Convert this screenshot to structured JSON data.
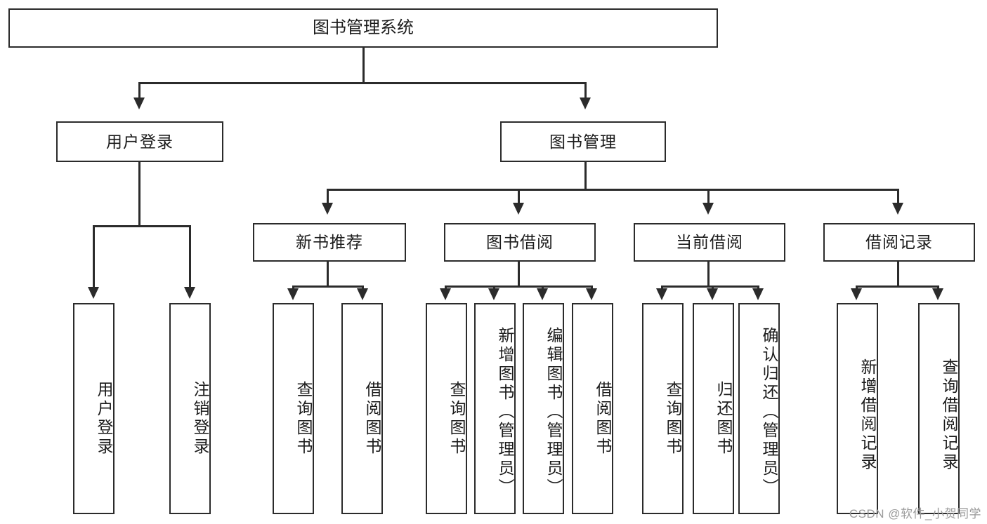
{
  "diagram": {
    "title": "图书管理系统",
    "type": "tree-hierarchy",
    "level2": [
      {
        "label": "用户登录"
      },
      {
        "label": "图书管理"
      }
    ],
    "level3": [
      {
        "label": "新书推荐"
      },
      {
        "label": "图书借阅"
      },
      {
        "label": "当前借阅"
      },
      {
        "label": "借阅记录"
      }
    ],
    "leaves": {
      "user_login": [
        {
          "label": "用户登录"
        },
        {
          "label": "注销登录"
        }
      ],
      "new_book": [
        {
          "label": "查询图书"
        },
        {
          "label": "借阅图书"
        }
      ],
      "book_borrow": [
        {
          "label": "查询图书"
        },
        {
          "label": "新增图书（管理员）"
        },
        {
          "label": "编辑图书（管理员）"
        },
        {
          "label": "借阅图书"
        }
      ],
      "current_borrow": [
        {
          "label": "查询图书"
        },
        {
          "label": "归还图书"
        },
        {
          "label": "确认归还（管理员）"
        }
      ],
      "borrow_record": [
        {
          "label": "新增借阅记录"
        },
        {
          "label": "查询借阅记录"
        }
      ]
    }
  },
  "watermark": {
    "text": "CSDN @软件_小贺同学"
  },
  "colors": {
    "stroke": "#2b2b2b",
    "background": "#ffffff",
    "text": "#1b1b1b",
    "watermark": "#9a9a9a"
  }
}
